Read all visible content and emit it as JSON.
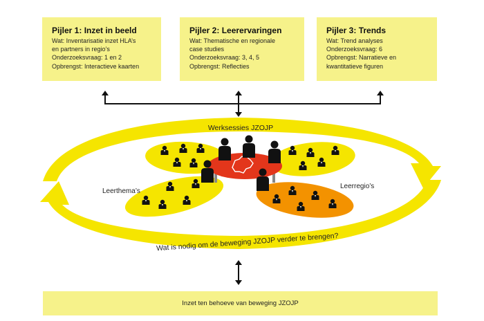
{
  "pillars": [
    {
      "title": "Pijler 1: Inzet in beeld",
      "lines": [
        "Wat: Inventarisatie inzet HLA’s",
        "en partners in regio’s",
        "Onderzoeksvraag: 1 en 2",
        "Opbrengst: Interactieve kaarten"
      ]
    },
    {
      "title": "Pijler 2: Leerervaringen",
      "lines": [
        "Wat: Thematische en regionale",
        "case studies",
        "Onderzoeksvraag: 3, 4, 5",
        "Opbrengst: Reflecties"
      ]
    },
    {
      "title": "Pijler 3: Trends",
      "lines": [
        "Wat: Trend analyses",
        "Onderzoeksvraag: 6",
        "Opbrengst: Narratieve en",
        "kwantitatieve figuren"
      ]
    }
  ],
  "cycle": {
    "top_label": "Werksessies JZOJP",
    "bottom_label": "Wat is nodig om de beweging JZOJP verder te brengen?",
    "left_label": "Leerthema’s",
    "right_label": "Leerregio’s"
  },
  "bottom_box": "Inzet ten behoeve van beweging JZOJP",
  "colors": {
    "box": "#f6f28a",
    "yellow": "#f5e500",
    "orange": "#f39200",
    "red": "#e3361b",
    "dark": "#111111"
  }
}
